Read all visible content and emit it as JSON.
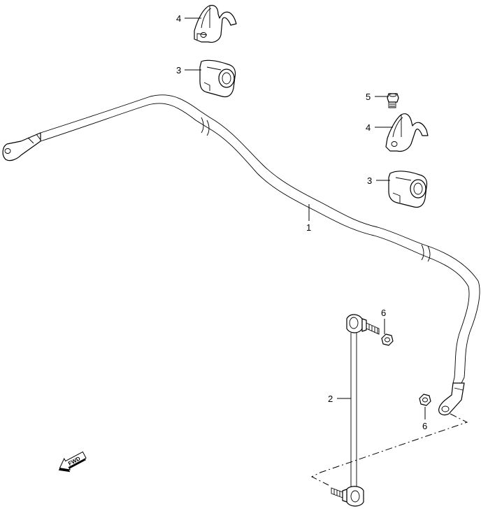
{
  "callouts": {
    "clamp_top": "4",
    "bushing_top": "3",
    "bolt": "5",
    "clamp_right": "4",
    "bushing_right": "3",
    "stabilizer_bar": "1",
    "link_nut_upper": "6",
    "link": "2",
    "bar_end_nut": "6"
  },
  "fwd_badge": {
    "text": "FWD",
    "icon": "arrow-left-icon"
  }
}
